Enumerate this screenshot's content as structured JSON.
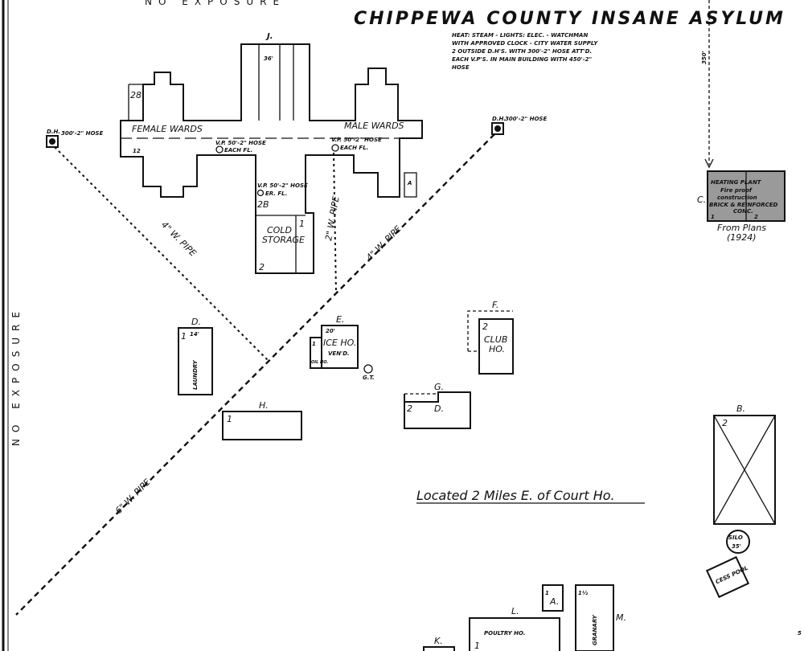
{
  "title": "CHIPPEWA COUNTY INSANE ASYLUM",
  "top_exposure": "NO EXPOSURE",
  "left_exposure": "NO EXPOSURE",
  "notes": [
    "HEAT: STEAM - LIGHTS: ELEC. - WATCHMAN",
    "WITH APPROVED CLOCK - CITY WATER SUPPLY",
    "2 OUTSIDE D.H'S. WITH 300'-2\" HOSE ATT'D.",
    "EACH V.P'S. IN MAIN BUILDING WITH 450'-2\"",
    "HOSE"
  ],
  "location_note": "Located 2 Miles E. of Court Ho.",
  "distance_label": "350'",
  "main_building": {
    "wing_label": "J.",
    "height": "36'",
    "female_wards": "FEMALE WARDS",
    "male_wards": "MALE WARDS",
    "stories_left": "28",
    "vp_left": "V.P. 50'-2\" HOSE",
    "vp_left_2": "EACH FL.",
    "vp_right": "V.P. 50'-2\" HOSE",
    "vp_right_2": "EACH FL.",
    "vp_center": "V.P. 50'-2\" HOSE",
    "vp_center_2": "ER. FL.",
    "center_stories": "2B",
    "cold_storage_1": "COLD",
    "cold_storage_2": "STORAGE",
    "stories_two": "2",
    "stories_one": "1",
    "a_label": "A",
    "twelve": "12"
  },
  "hydrants": [
    {
      "label": "D.H.",
      "hose": "300'-2\" HOSE"
    },
    {
      "label": "D.H.",
      "hose": "300'-2\" HOSE"
    }
  ],
  "pipes": {
    "left": "4\" W. PIPE",
    "center": "2\" W. PIPE",
    "right": "4\" W. PIPE",
    "bottom": "6\" W. PIPE"
  },
  "heating_plant": {
    "line1": "HEATING PLANT",
    "line2": "Fire proof",
    "line3": "construction",
    "line4": "BRICK & REINFORCED",
    "line5": "CONC.",
    "label": "C.",
    "from_plans": "From Plans",
    "year": "(1924)",
    "s1": "1",
    "s2": "2"
  },
  "buildings": {
    "laundry": {
      "label": "D.",
      "stories": "1",
      "name": "LAUNDRY",
      "height": "14'"
    },
    "ice_house": {
      "label": "E.",
      "name": "ICE HO.",
      "sub": "VEN'D.",
      "height": "20'",
      "stories": "1",
      "oil": "OIL HO."
    },
    "gt": "G.T.",
    "h": {
      "label": "H.",
      "stories": "1"
    },
    "club": {
      "label": "F.",
      "name": "CLUB",
      "name2": "HO.",
      "stories": "2"
    },
    "g": {
      "label": "G.",
      "sub": "D.",
      "stories": "2"
    },
    "b": {
      "label": "B.",
      "stories": "2"
    },
    "silo": {
      "name": "SILO",
      "height": "35'"
    },
    "cesspool": "CESS POOL",
    "a2": {
      "label": "A.",
      "stories": "1"
    },
    "poultry": {
      "label": "L.",
      "name": "POULTRY HO.",
      "stories": "1"
    },
    "granary": {
      "label": "M.",
      "name": "GRANARY",
      "stories": "1½"
    },
    "k": {
      "label": "K."
    }
  },
  "page_mark": "5"
}
